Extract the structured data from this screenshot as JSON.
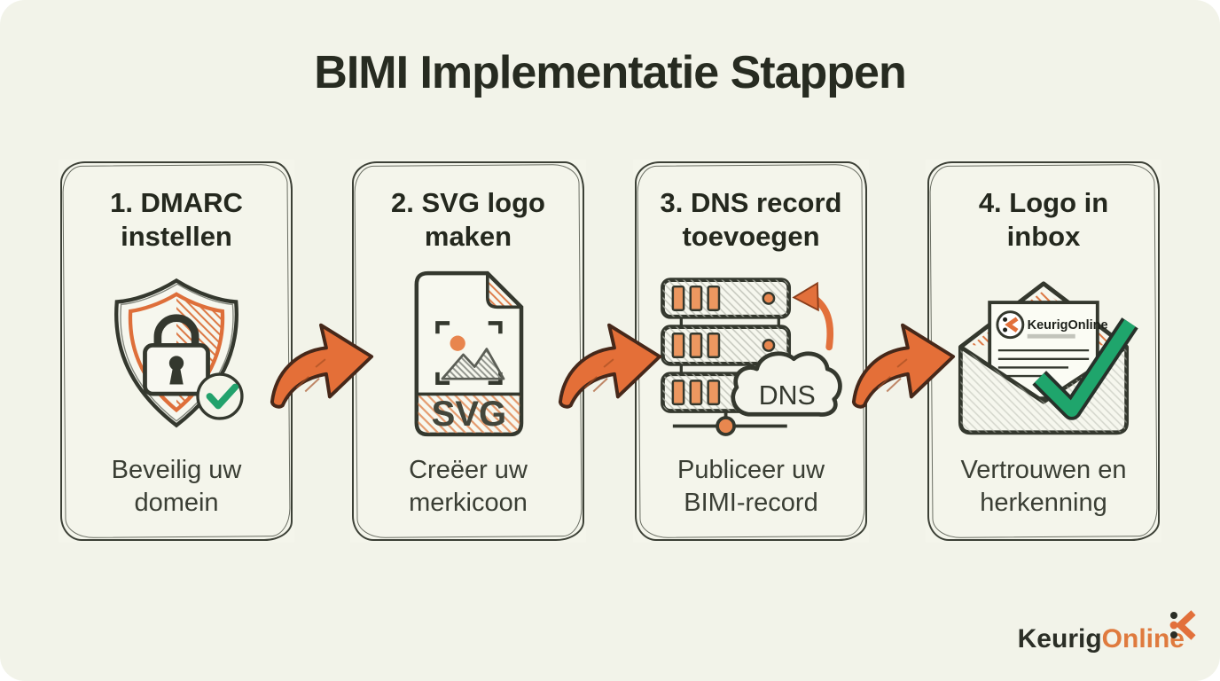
{
  "title": "BIMI Implementatie Stappen",
  "colors": {
    "canvas_background": "#f2f3e9",
    "ink": "#34382e",
    "orange": "#e2703b",
    "orange_light": "#ec9760",
    "green": "#23a26c",
    "gray_hatch": "#b9bbb1"
  },
  "steps": [
    {
      "heading": "1. DMARC instellen",
      "caption": "Beveilig uw domein",
      "icon": "shield-lock-icon"
    },
    {
      "heading": "2. SVG logo maken",
      "caption": "Creëer uw merkicoon",
      "icon": "svg-file-icon",
      "file_label": "SVG"
    },
    {
      "heading": "3. DNS record toevoegen",
      "caption": "Publiceer uw BIMI-record",
      "icon": "dns-server-icon",
      "cloud_label": "DNS"
    },
    {
      "heading": "4. Logo in inbox",
      "caption": "Vertrouwen en herkenning",
      "icon": "envelope-check-icon",
      "letter_brand": "KeurigOnline"
    }
  ],
  "footer": {
    "brand_primary": "Keurig",
    "brand_secondary": "Online"
  }
}
